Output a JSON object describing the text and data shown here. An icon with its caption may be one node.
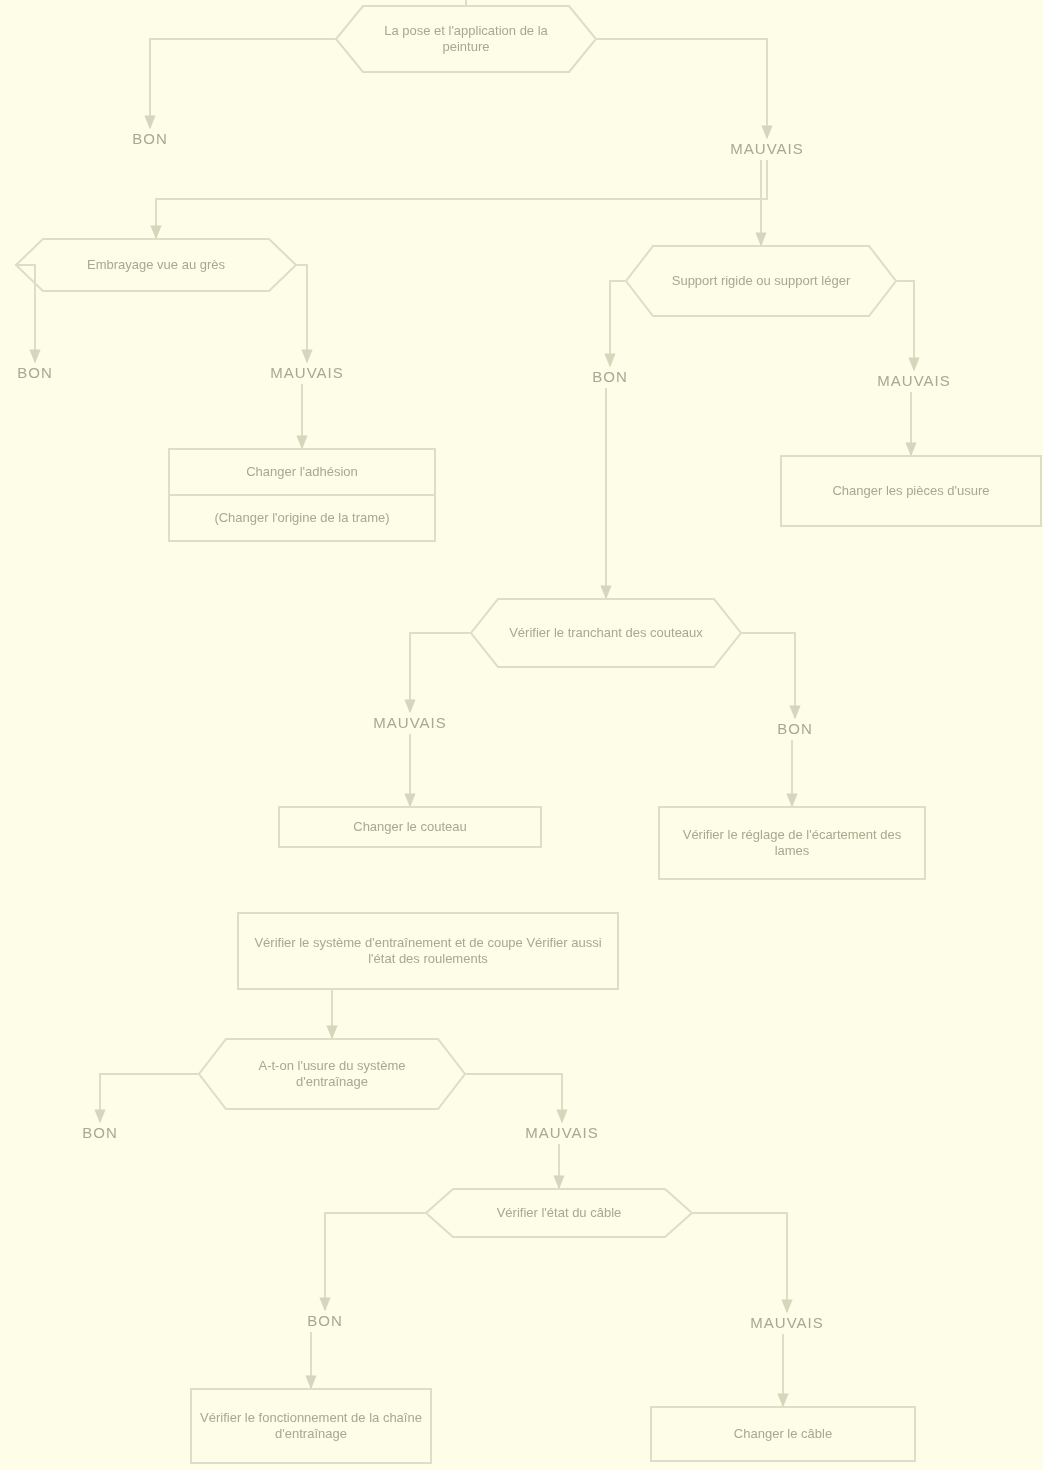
{
  "diagram": {
    "nodes": [
      {
        "text": [
          "La pose et l'application de la peinture"
        ]
      },
      {
        "text": [
          "BON"
        ]
      },
      {
        "text": [
          "MAUVAIS"
        ]
      },
      {
        "text": [
          "Embrayage vue au grès"
        ]
      },
      {
        "text": [
          "Support rigide ou support léger"
        ]
      },
      {
        "text": [
          "BON"
        ]
      },
      {
        "text": [
          "MAUVAIS"
        ]
      },
      {
        "text": [
          "Changer l'adhésion",
          "(Changer l'origine de la trame)"
        ]
      },
      {
        "text": [
          "BON"
        ]
      },
      {
        "text": [
          "MAUVAIS"
        ]
      },
      {
        "text": [
          "Changer les pièces d'usure"
        ]
      },
      {
        "text": [
          "Vérifier le tranchant des couteaux"
        ]
      },
      {
        "text": [
          "MAUVAIS"
        ]
      },
      {
        "text": [
          "BON"
        ]
      },
      {
        "text": [
          "Changer le couteau"
        ]
      },
      {
        "text": [
          "Vérifier le réglage de l'écartement des lames"
        ]
      },
      {
        "text": [
          "Vérifier le système d'entraînement et de coupe Vérifier aussi l'état des roulements"
        ]
      },
      {
        "text": [
          "A-t-on l'usure du système d'entraînage"
        ]
      },
      {
        "text": [
          "BON"
        ]
      },
      {
        "text": [
          "MAUVAIS"
        ]
      },
      {
        "text": [
          "Vérifier l'état du câble"
        ]
      },
      {
        "text": [
          "BON"
        ]
      },
      {
        "text": [
          "MAUVAIS"
        ]
      },
      {
        "text": [
          "Vérifier le fonctionnement de la chaîne d'entraînage"
        ]
      },
      {
        "text": [
          "Changer le câble"
        ]
      }
    ],
    "edges": [
      {
        "from": null,
        "to": 0,
        "arrow": "none"
      },
      {
        "from": 0,
        "to": 1,
        "arrow": "to"
      },
      {
        "from": 0,
        "to": 2,
        "arrow": "to"
      },
      {
        "from": 2,
        "to": 3,
        "arrow": "to"
      },
      {
        "from": 2,
        "to": 4,
        "arrow": "to"
      },
      {
        "from": 3,
        "to": 5,
        "arrow": "to"
      },
      {
        "from": 3,
        "to": 6,
        "arrow": "to"
      },
      {
        "from": 6,
        "to": 7,
        "arrow": "to"
      },
      {
        "from": 4,
        "to": 8,
        "arrow": "to"
      },
      {
        "from": 4,
        "to": 9,
        "arrow": "to"
      },
      {
        "from": 9,
        "to": 10,
        "arrow": "to"
      },
      {
        "from": 8,
        "to": 11,
        "arrow": "to"
      },
      {
        "from": 11,
        "to": 12,
        "arrow": "to"
      },
      {
        "from": 11,
        "to": 13,
        "arrow": "to"
      },
      {
        "from": 12,
        "to": 14,
        "arrow": "to"
      },
      {
        "from": 13,
        "to": 15,
        "arrow": "to"
      },
      {
        "from": 16,
        "to": 17,
        "arrow": "to"
      },
      {
        "from": 17,
        "to": 18,
        "arrow": "to"
      },
      {
        "from": 17,
        "to": 19,
        "arrow": "to"
      },
      {
        "from": 19,
        "to": 20,
        "arrow": "to"
      },
      {
        "from": 20,
        "to": 21,
        "arrow": "to"
      },
      {
        "from": 20,
        "to": 22,
        "arrow": "to"
      },
      {
        "from": 21,
        "to": 23,
        "arrow": "to"
      },
      {
        "from": 22,
        "to": 24,
        "arrow": "to"
      }
    ]
  }
}
